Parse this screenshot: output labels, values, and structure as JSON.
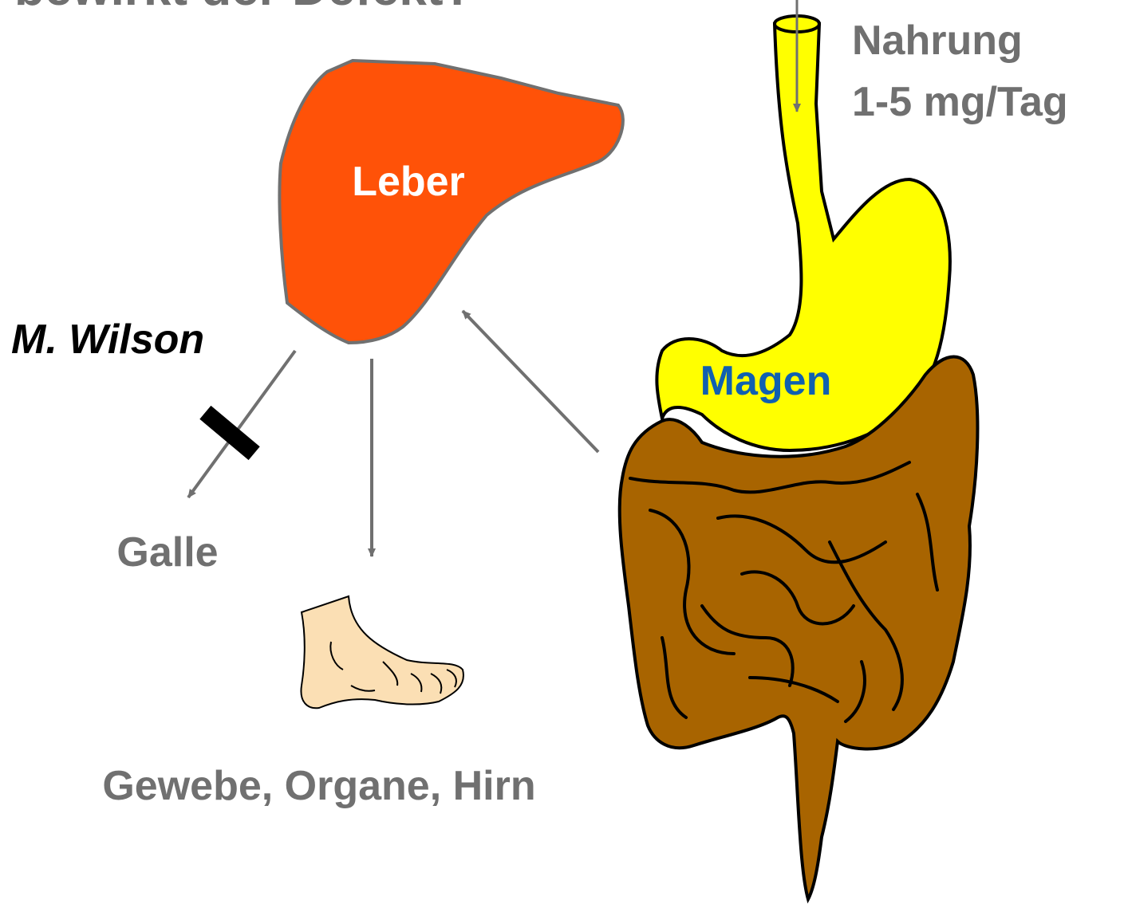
{
  "title_fragment": "bewirkt der Defekt?",
  "labels": {
    "liver": "Leber",
    "stomach": "Magen",
    "food": "Nahrung",
    "food_amount": "1-5 mg/Tag",
    "disease": "M. Wilson",
    "bile": "Galle",
    "tissues": "Gewebe, Organe, Hirn"
  },
  "colors": {
    "liver_fill": "#ff5208",
    "stomach_fill": "#ffff00",
    "intestine_fill": "#a86400",
    "foot_fill": "#fbdfb4",
    "label_gray": "#707070",
    "stomach_label": "#1060b0",
    "arrow_gray": "#707070",
    "block_bar": "#000000"
  },
  "icons": {
    "foot": "foot-icon",
    "block": "blocked-bar-icon"
  }
}
